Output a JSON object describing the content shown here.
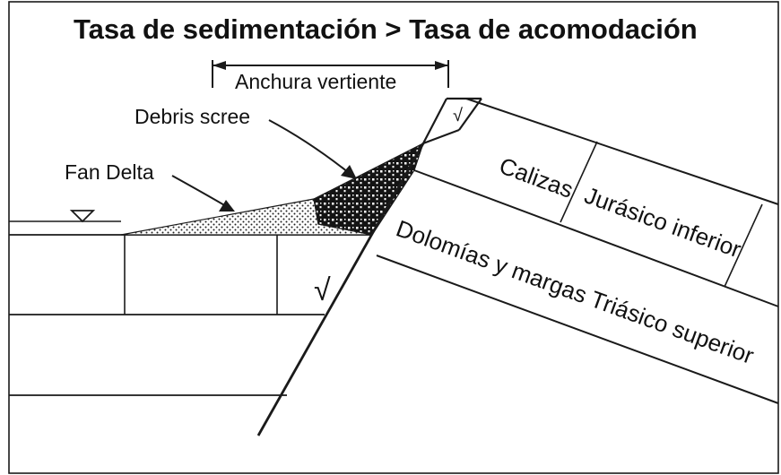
{
  "title": "Tasa de sedimentación > Tasa de acomodación",
  "labels": {
    "slope_width": "Anchura vertiente",
    "debris_scree": "Debris scree",
    "fan_delta": "Fan Delta",
    "limestone_pre": "Calizas",
    "limestone_post": "Jurásico inferior",
    "dolomites": "Dolomías y margas Triásico superior",
    "fault_mark": "√"
  },
  "colors": {
    "line": "#1a1a1a",
    "background": "#ffffff"
  }
}
